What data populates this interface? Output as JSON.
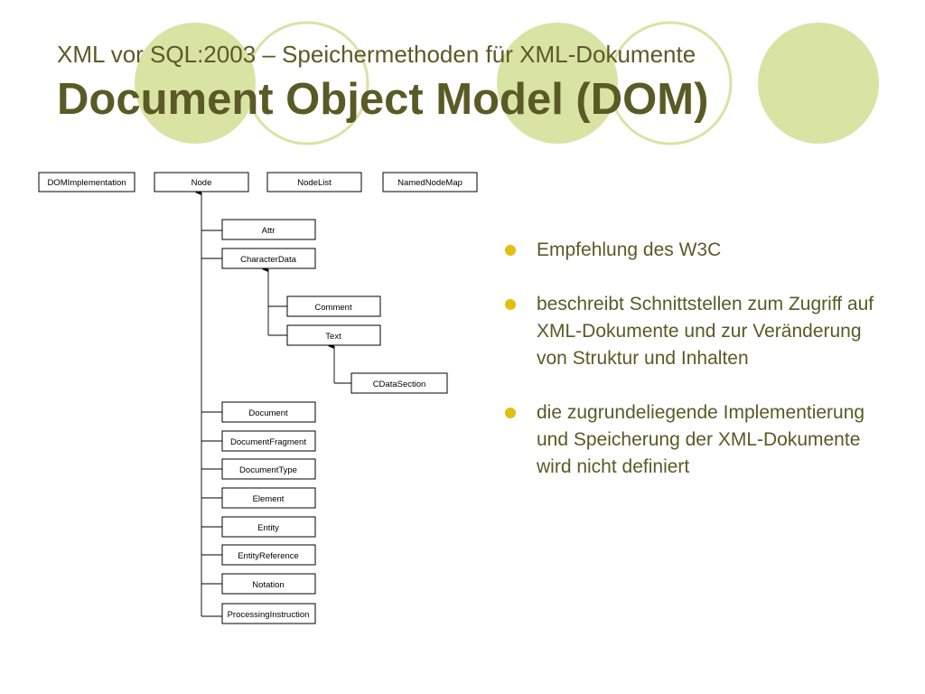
{
  "slide": {
    "subtitle": "XML vor SQL:2003 – Speichermethoden für XML-Dokumente",
    "title": "Document Object Model (DOM)"
  },
  "colors": {
    "decor_circle": "#d9e3a4",
    "title_text": "#5a5a26",
    "bullet_dot": "#e1bf0e"
  },
  "diagram": {
    "top_row": [
      "DOMImplementation",
      "Node",
      "NodeList",
      "NamedNodeMap"
    ],
    "node_children": [
      "Attr",
      "CharacterData",
      "Document",
      "DocumentFragment",
      "DocumentType",
      "Element",
      "Entity",
      "EntityReference",
      "Notation",
      "ProcessingInstruction"
    ],
    "characterdata_children": [
      "Comment",
      "Text"
    ],
    "text_children": [
      "CDataSection"
    ]
  },
  "bullets": [
    "Empfehlung des W3C",
    "beschreibt Schnittstellen zum Zugriff auf XML-Dokumente und zur Veränderung von Struktur und Inhalten",
    "die zugrundeliegende Implementierung und Speicherung der XML-Dokumente wird nicht definiert"
  ]
}
